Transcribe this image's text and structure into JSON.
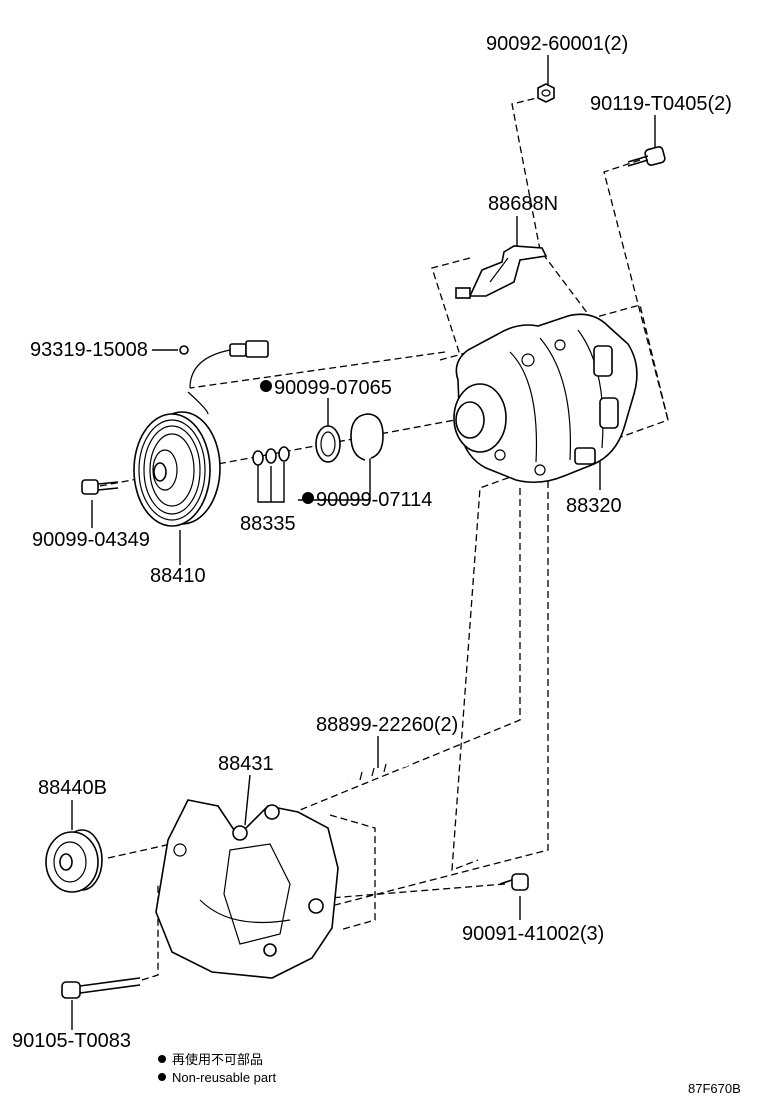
{
  "diagram_id": "87F670B",
  "parts": {
    "nut_top": "90092-60001(2)",
    "bolt_top": "90119-T0405(2)",
    "bracket_top": "88688N",
    "screw": "93319-15008",
    "washer_ring": "90099-07065",
    "shim_set": "88335",
    "snap_ring": "90099-07114",
    "compressor": "88320",
    "center_bolt": "90099-04349",
    "clutch_pulley": "88410",
    "stud": "88899-22260(2)",
    "mount_bracket": "88431",
    "idler_pulley": "88440B",
    "bracket_bolt": "90091-41002(3)",
    "long_bolt": "90105-T0083"
  },
  "legend": {
    "line1": "再使用不可部品",
    "line2": "Non-reusable part"
  }
}
